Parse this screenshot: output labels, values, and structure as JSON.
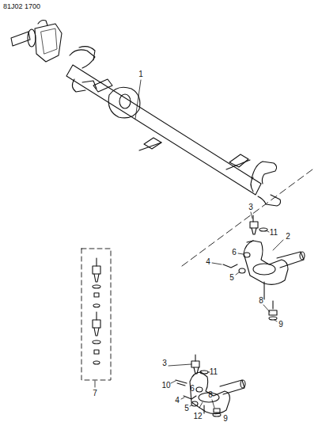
{
  "diagram": {
    "labels": [
      "81J02 1700",
      "1",
      "3",
      "11",
      "2",
      "6",
      "4",
      "5",
      "8",
      "9",
      "7",
      "3",
      "11",
      "10",
      "6",
      "4",
      "5",
      "12",
      "8",
      "9"
    ]
  }
}
